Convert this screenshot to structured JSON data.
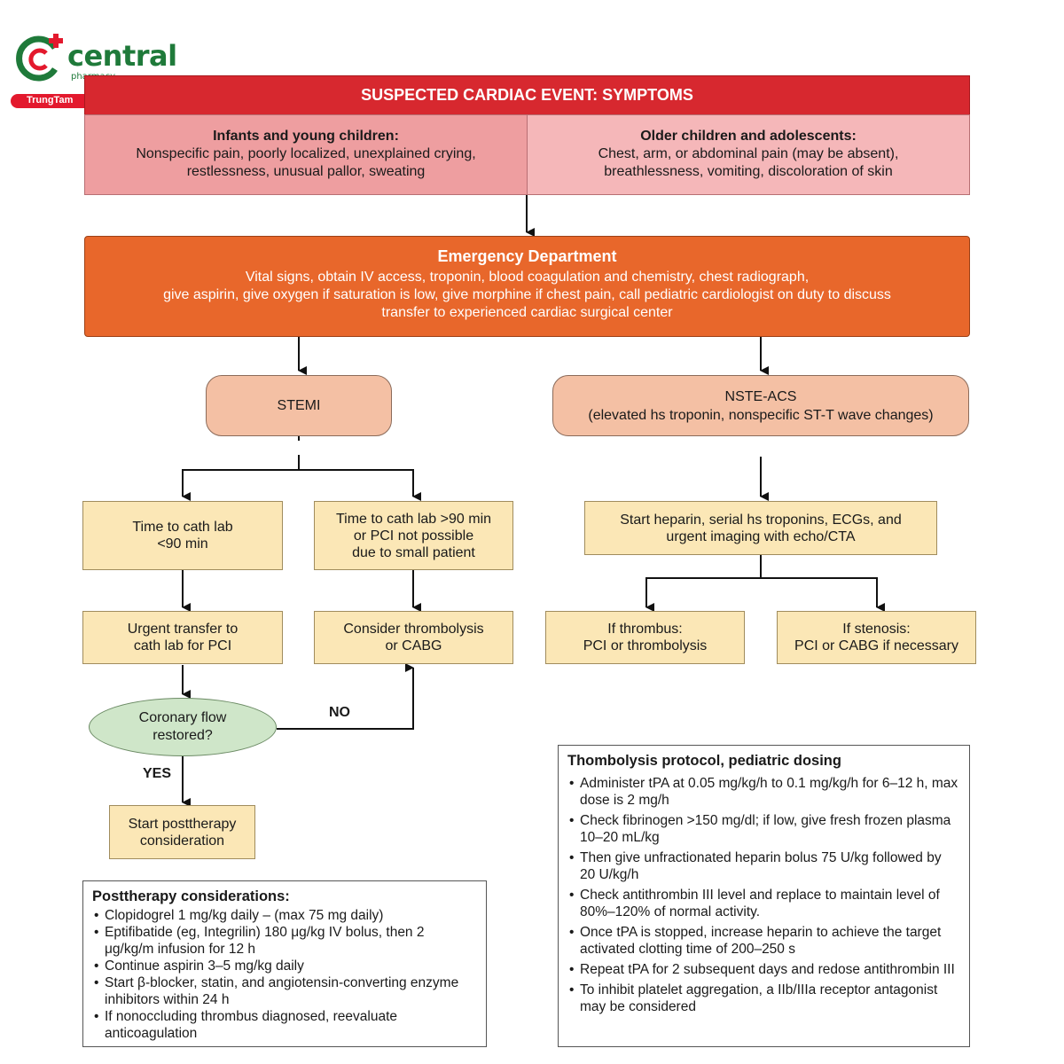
{
  "logo": {
    "name": "central",
    "sub": "pharmacy",
    "band": "TrungTam"
  },
  "header": {
    "title": "SUSPECTED CARDIAC EVENT: SYMPTOMS"
  },
  "symptoms": {
    "infants": {
      "title": "Infants and young children:",
      "lines": [
        "Nonspecific pain, poorly localized, unexplained crying,",
        "restlessness, unusual pallor, sweating"
      ]
    },
    "older": {
      "title": "Older children and adolescents:",
      "lines": [
        "Chest, arm, or abdominal pain (may be absent),",
        "breathlessness, vomiting, discoloration of skin"
      ]
    }
  },
  "ed": {
    "title": "Emergency Department",
    "lines": [
      "Vital signs, obtain IV access, troponin, blood coagulation and chemistry, chest radiograph,",
      "give aspirin, give oxygen if saturation is low, give morphine if chest pain, call pediatric cardiologist on duty to discuss",
      "transfer to experienced cardiac surgical center"
    ]
  },
  "stemi": {
    "label": "STEMI"
  },
  "nste": {
    "title": "NSTE-ACS",
    "subtitle": "(elevated hs troponin, nonspecific ST-T wave changes)"
  },
  "boxes": {
    "cath_fast": [
      "Time to cath lab",
      "<90 min"
    ],
    "cath_slow": [
      "Time to cath lab >90 min",
      "or PCI not possible",
      "due to small patient"
    ],
    "heparin": [
      "Start heparin, serial hs troponins, ECGs, and",
      "urgent imaging with echo/CTA"
    ],
    "urgent_transfer": [
      "Urgent transfer to",
      "cath lab for PCI"
    ],
    "thrombolysis": [
      "Consider thrombolysis",
      "or CABG"
    ],
    "thrombus": [
      "If thrombus:",
      "PCI or thrombolysis"
    ],
    "stenosis": [
      "If stenosis:",
      "PCI or CABG if necessary"
    ],
    "coronary": [
      "Coronary flow",
      "restored?"
    ],
    "posttherapy": [
      "Start posttherapy",
      "consideration"
    ]
  },
  "labels": {
    "no": "NO",
    "yes": "YES"
  },
  "post_note": {
    "title": "Posttherapy considerations:",
    "items": [
      "Clopidogrel 1 mg/kg daily – (max 75 mg daily)",
      "Eptifibatide (eg, Integrilin) 180 μg/kg IV bolus, then 2 μg/kg/m infusion for 12 h",
      "Continue aspirin 3–5 mg/kg daily",
      "Start β-blocker, statin, and angiotensin-converting enzyme inhibitors within 24 h",
      "If nonoccluding thrombus diagnosed, reevaluate anticoagulation"
    ]
  },
  "thromb_note": {
    "title": "Thombolysis protocol, pediatric dosing",
    "items": [
      "Administer tPA at 0.05 mg/kg/h to 0.1 mg/kg/h for 6–12 h, max dose is 2 mg/h",
      "Check fibrinogen >150 mg/dl; if low, give fresh frozen plasma 10–20 mL/kg",
      "Then give unfractionated heparin bolus 75 U/kg followed by 20 U/kg/h",
      "Check antithrombin III level and replace to maintain level of 80%–120% of normal activity.",
      "Once tPA is stopped, increase heparin to achieve the target activated clotting time of 200–250 s",
      "Repeat tPA for 2 subsequent days and redose antithrombin III",
      "To inhibit platelet aggregation, a IIb/IIIa receptor antagonist may be considered"
    ]
  }
}
